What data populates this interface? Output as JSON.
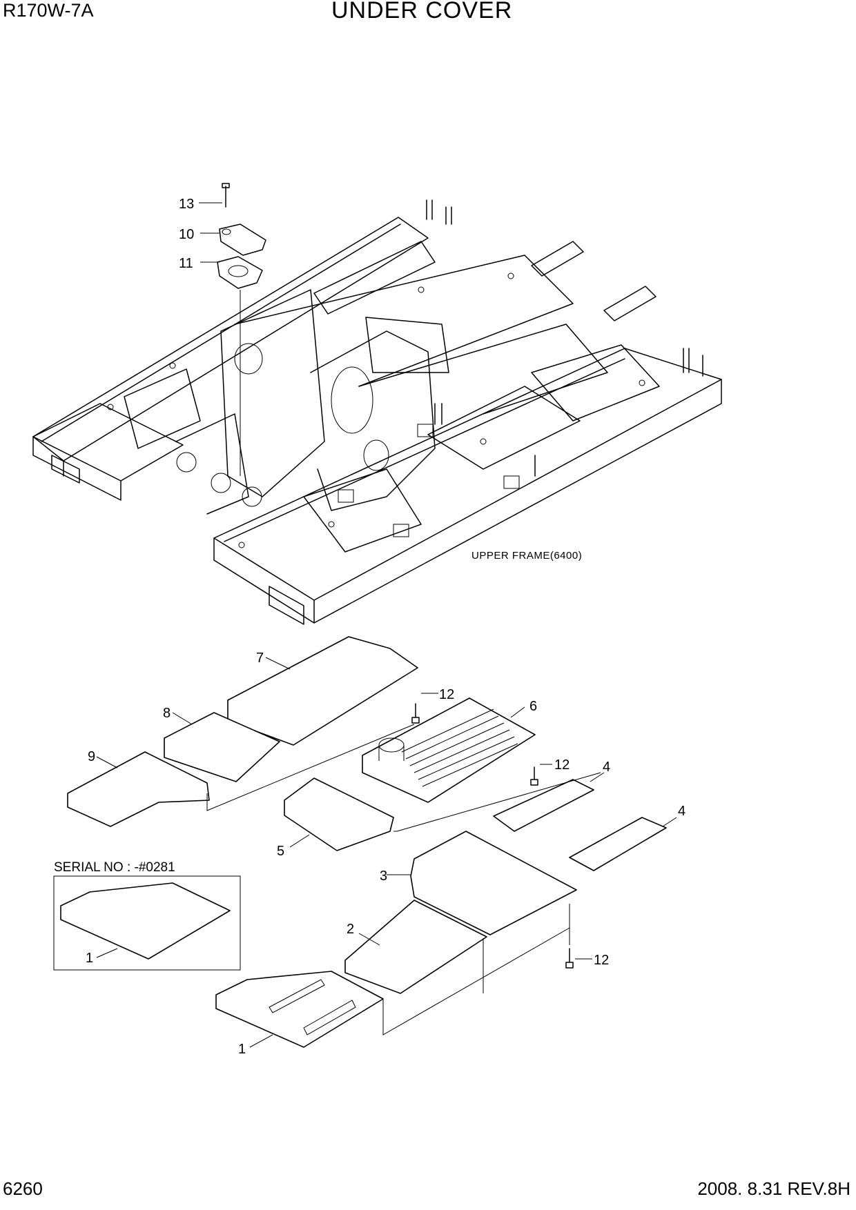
{
  "header": {
    "model": "R170W-7A",
    "title": "UNDER COVER"
  },
  "footer": {
    "page_number": "6260",
    "revision": "2008. 8.31  REV.8H"
  },
  "drawing": {
    "frame_label": "UPPER FRAME(6400)",
    "serial_note": "SERIAL NO : -#0281",
    "callouts": {
      "c13": "13",
      "c10": "10",
      "c11": "11",
      "c7": "7",
      "c12a": "12",
      "c6": "6",
      "c8": "8",
      "c12b": "12",
      "c4a": "4",
      "c9": "9",
      "c4b": "4",
      "c5": "5",
      "c3": "3",
      "c2": "2",
      "c12c": "12",
      "c1_inset": "1",
      "c1": "1"
    }
  }
}
